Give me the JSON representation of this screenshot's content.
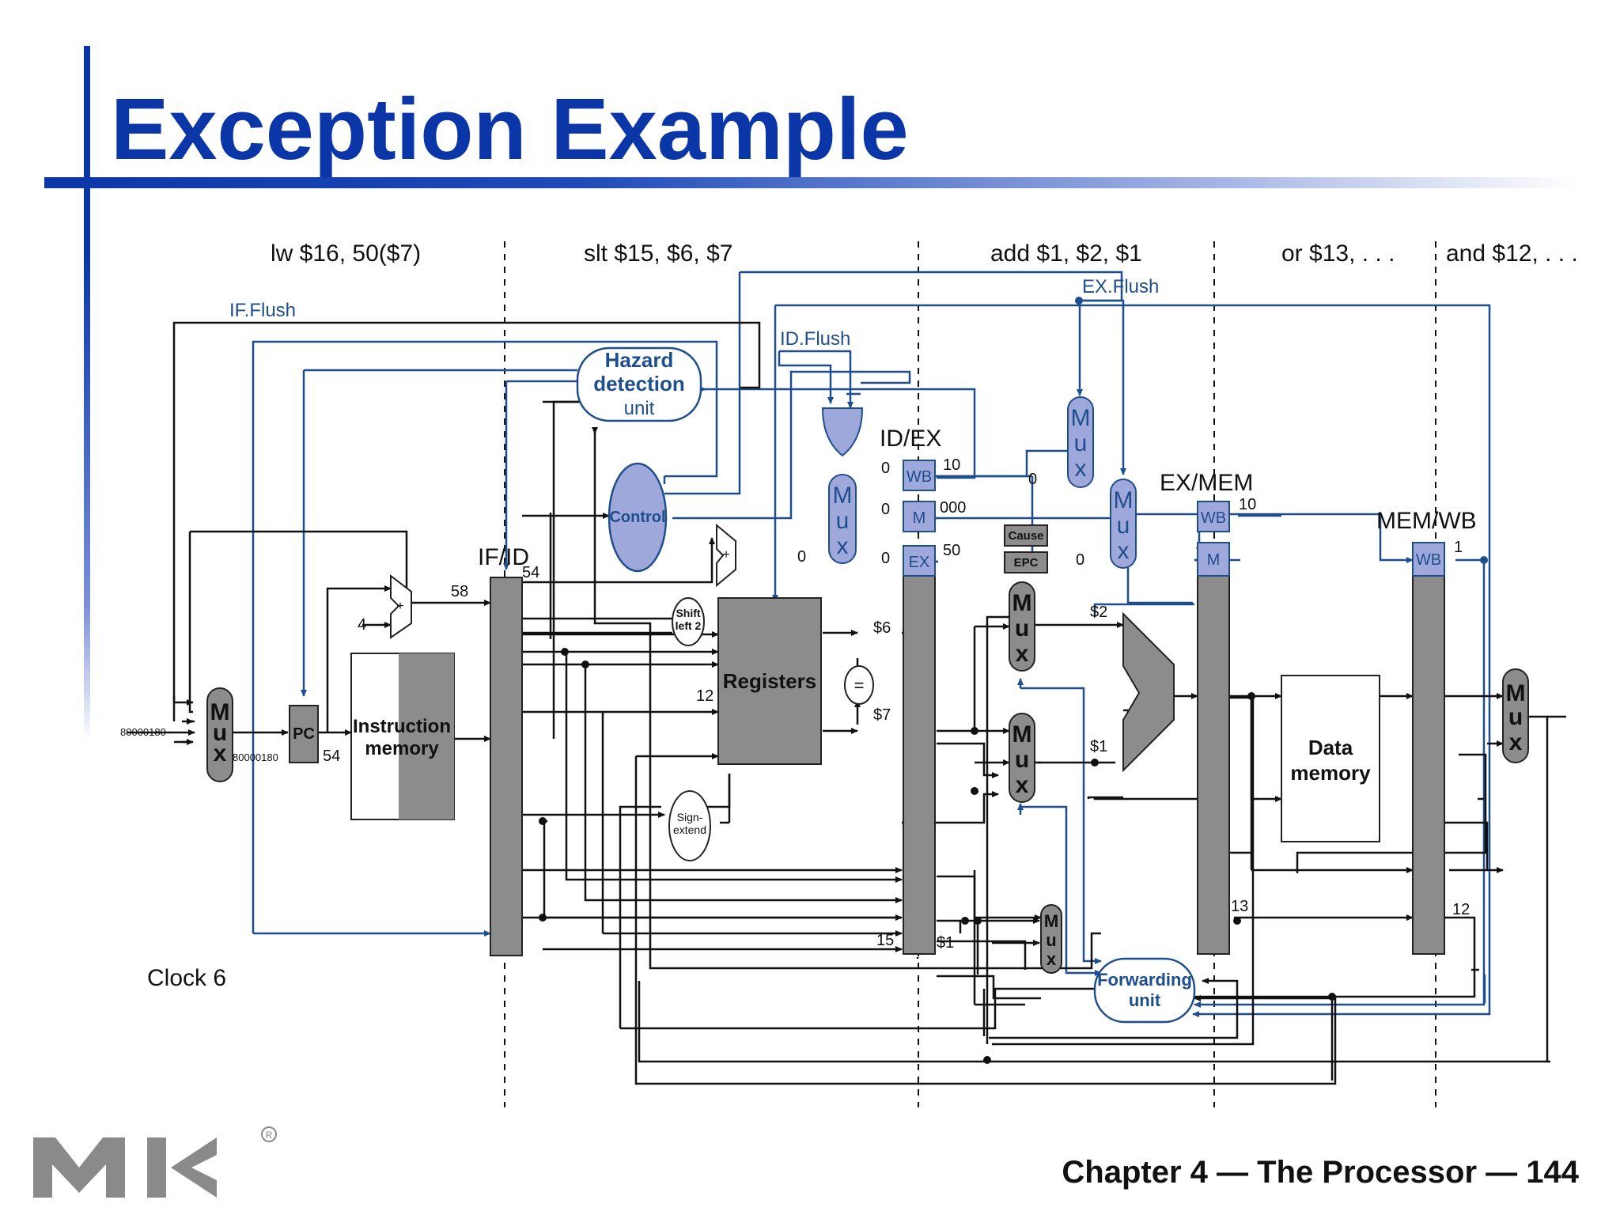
{
  "slide": {
    "title": "Exception Example",
    "footer": "Chapter 4 — The Processor — 144",
    "clock_label": "Clock 6"
  },
  "colors": {
    "title_blue": "#0b36a8",
    "wire_blue": "#1f4e8c",
    "unit_fill": "#9fa8da",
    "reg_gray": "#8c8c8c"
  },
  "instructions": [
    "lw $16, 50($7)",
    "slt $15, $6, $7",
    "add $1, $2, $1",
    "or $13, . . .",
    "and $12, . . ."
  ],
  "pipeline_regs": {
    "if_id": "IF/ID",
    "id_ex": "ID/EX",
    "ex_mem": "EX/MEM",
    "mem_wb": "MEM/WB"
  },
  "signals": {
    "if_flush": "IF.Flush",
    "id_flush": "ID.Flush",
    "ex_flush": "EX.Flush"
  },
  "units": {
    "hazard_line1": "Hazard",
    "hazard_line2": "detection",
    "hazard_line3": "unit",
    "control": "Control",
    "registers": "Registers",
    "imem_line1": "Instruction",
    "imem_line2": "memory",
    "dmem_line1": "Data",
    "dmem_line2": "memory",
    "fwd_line1": "Forwarding",
    "fwd_line2": "unit",
    "pc": "PC",
    "shift_line1": "Shift",
    "shift_line2": "left 2",
    "sign_line1": "Sign-",
    "sign_line2": "extend",
    "cause": "Cause",
    "epc": "EPC",
    "equal": "=",
    "mux_m": "M",
    "mux_u": "u",
    "mux_x": "x",
    "wb": "WB",
    "m": "M",
    "ex": "EX"
  },
  "values": {
    "addr_in": "80000180",
    "addr_pc": "80000180",
    "pc_out": "54",
    "ifid_54": "54",
    "adder_58": "58",
    "four": "4",
    "twelve": "12",
    "r6": "$6",
    "r7": "$7",
    "r2": "$2",
    "r1": "$1",
    "r1b": "$1",
    "fifteen": "15",
    "thirteen": "13",
    "twelve_wb": "12",
    "idex_wb_0": "0",
    "idex_m_0": "0",
    "idex_ex_0": "0",
    "idex_wb_val": "10",
    "idex_m_val": "000",
    "idex_50": "50",
    "exmem_wb_val": "10",
    "memwb_wb_val": "1",
    "zero_a": "0",
    "zero_b": "0",
    "zero_c": "0",
    "zero_d": "0"
  }
}
